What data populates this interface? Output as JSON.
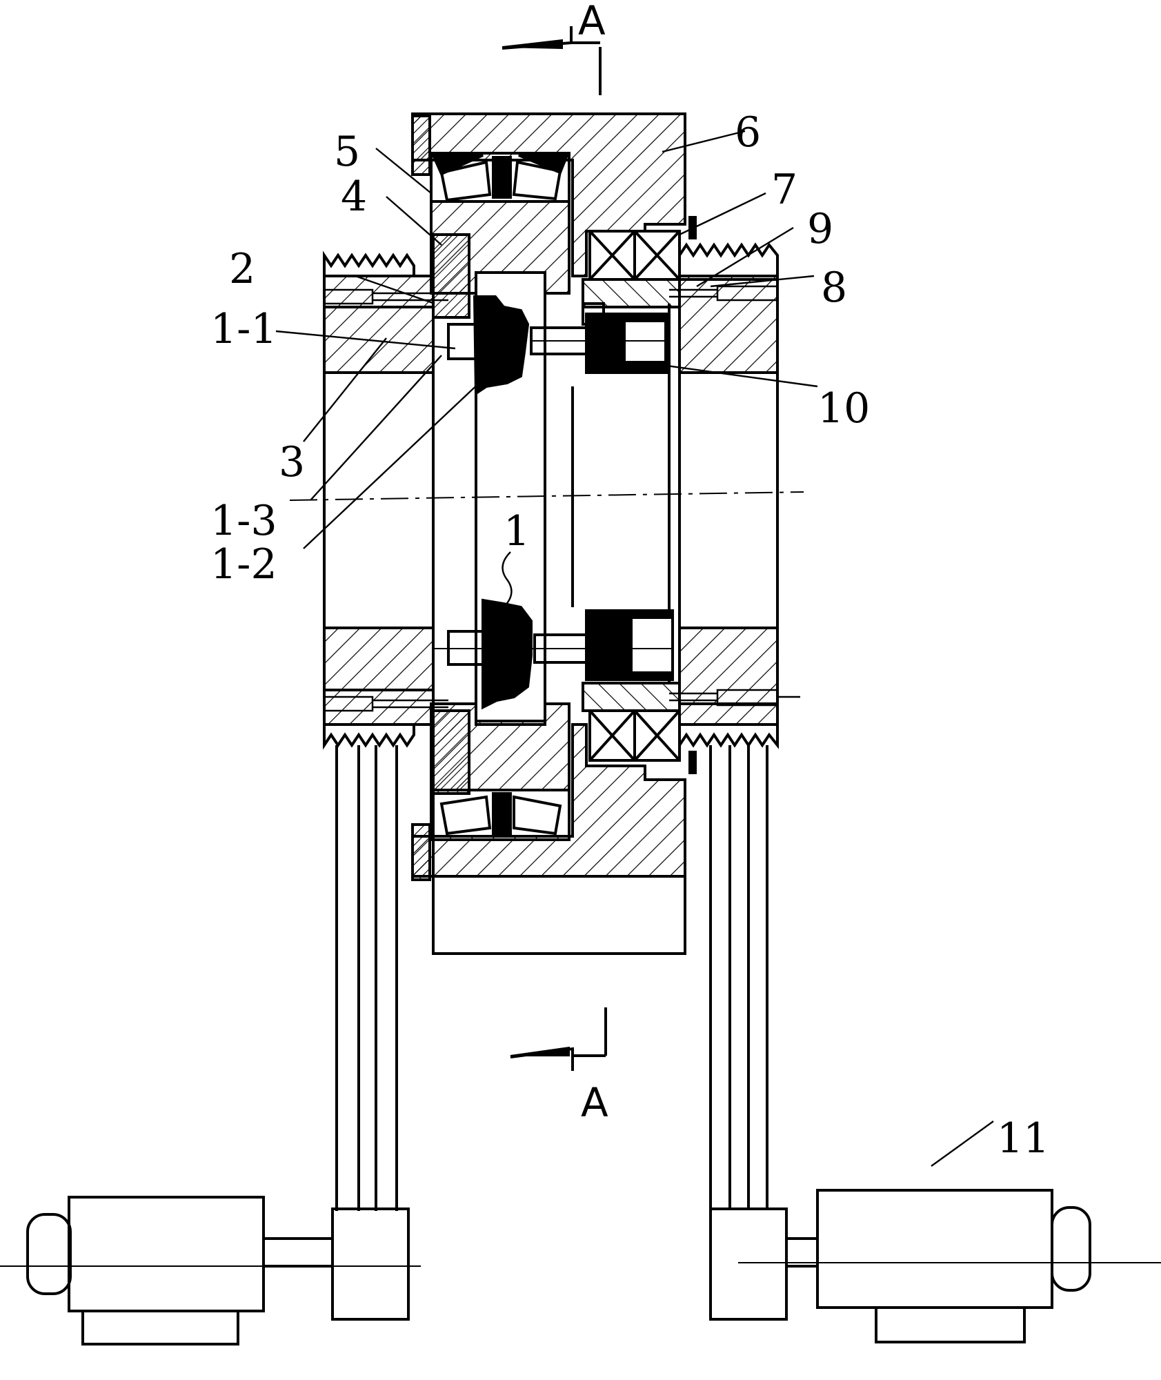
{
  "section_marks": {
    "top": "A",
    "bottom": "A"
  },
  "labels": {
    "l1": "1",
    "l1_1": "1-1",
    "l1_2": "1-2",
    "l1_3": "1-3",
    "l2": "2",
    "l3": "3",
    "l4": "4",
    "l5": "5",
    "l6": "6",
    "l7": "7",
    "l8": "8",
    "l9": "9",
    "l10": "10",
    "l11": "11"
  }
}
